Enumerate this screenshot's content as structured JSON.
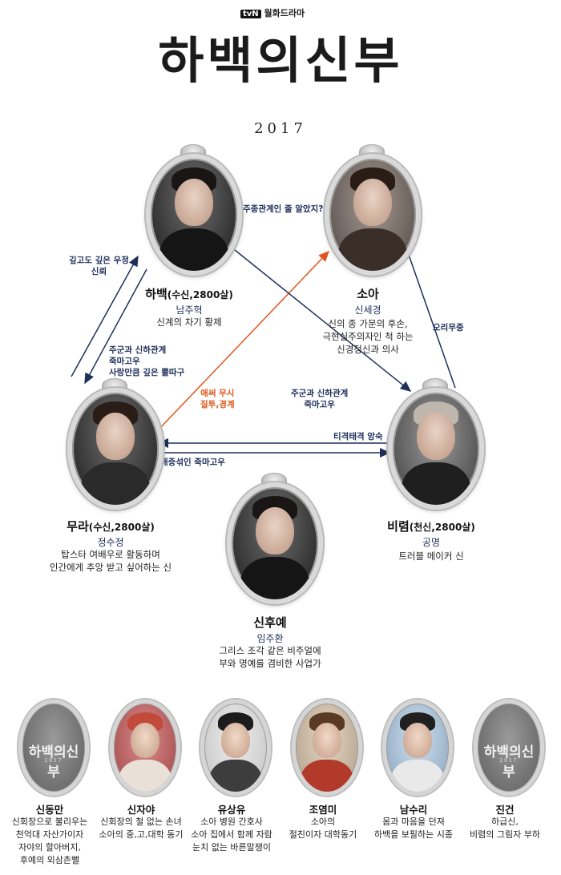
{
  "header": {
    "network": "tvN",
    "drama_type": "월화드라마",
    "title": "하백의신부",
    "year": "2017"
  },
  "relations": {
    "habaek_soa": "주종관계인 줄 알았지?",
    "mura_habaek": [
      "깊고도 깊은 우정",
      "신뢰"
    ],
    "habaek_mura": [
      "주군과 신하관계",
      "죽마고우",
      "사랑만큼 깊은 뿔따구"
    ],
    "mura_soa": [
      "애써 무시",
      "질투,경계"
    ],
    "habaek_biryeom": [
      "주군과 신하관계",
      "죽마고우"
    ],
    "soa_biryeom": "오리무중",
    "biryeom_mura": "티격태격 앙숙",
    "mura_biryeom": "애증섞인 죽마고우"
  },
  "main_characters": [
    {
      "name": "하백",
      "tag": "(수신,2800살)",
      "actor": "남주혁",
      "desc": [
        "신계의 차기 황제"
      ]
    },
    {
      "name": "소아",
      "tag": "",
      "actor": "신세경",
      "desc": [
        "신의 종 가문의 후손,",
        "극현실주의자인 척 하는",
        "신경정신과 의사"
      ]
    },
    {
      "name": "무라",
      "tag": "(수신,2800살)",
      "actor": "정수정",
      "desc": [
        "탑스타 여배우로 활동하며",
        "인간에게 추앙 받고 싶어하는 신"
      ]
    },
    {
      "name": "비렴",
      "tag": "(천신,2800살)",
      "actor": "공명",
      "desc": [
        "트러블 메이커 신"
      ]
    },
    {
      "name": "신후예",
      "tag": "",
      "actor": "임주환",
      "desc": [
        "그리스 조각 같은 비주얼에",
        "부와 명예를 겸비한 사업가"
      ]
    }
  ],
  "minor_characters": [
    {
      "name": "신동만",
      "desc": [
        "신회장으로 불리우는",
        "천억대 자산가이자",
        "자야의 할아버지,",
        "후예의 외삼촌뻘"
      ]
    },
    {
      "name": "신자야",
      "desc": [
        "신회장의 철 없는 손녀",
        "소아의 중,고,대학 동기"
      ]
    },
    {
      "name": "유상유",
      "desc": [
        "소아 병원 간호사",
        "소아 집에서 함께 자람",
        "눈치 없는 바른말쟁이"
      ]
    },
    {
      "name": "조염미",
      "desc": [
        "소아의",
        "절친이자 대학동기"
      ]
    },
    {
      "name": "남수리",
      "desc": [
        "몸과 마음을 던져",
        "하백을 보필하는 시종"
      ]
    },
    {
      "name": "진건",
      "desc": [
        "하급신,",
        "비렴의 그림자 부하"
      ]
    }
  ],
  "colors": {
    "link_navy": "#1e2f5a",
    "link_orange": "#e0561a",
    "frame_silver": "#d9d9d9"
  },
  "icons": {
    "placeholder_logo": "하백의신부 logo",
    "arrow": "arrow-icon"
  }
}
